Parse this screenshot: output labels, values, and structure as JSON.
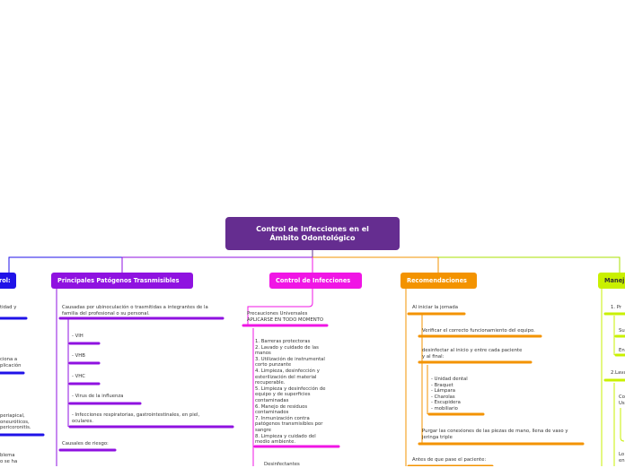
{
  "root": {
    "title": "Control de Infecciones en el\nÁmbito Odontológico"
  },
  "branches": {
    "left": {
      "label": "rol:",
      "color": "#1F12E8"
    },
    "pathogens": {
      "label": "Principales Patógenos Trasnmisibles",
      "color": "#8F12E0"
    },
    "control": {
      "label": "Control de Infecciones",
      "color": "#F015E5"
    },
    "recommendations": {
      "label": "Recomendaciones",
      "color": "#F39300"
    },
    "right": {
      "label": "Manej",
      "color": "#C9F000"
    }
  },
  "left_texts": {
    "t1": "tidad y",
    "t2": "ciona a\nplicación",
    "t3": "periapical,\noneuróticos,\npericoronitis.",
    "t4": "blema\no se ha"
  },
  "pathogens_texts": {
    "intro": "Causadas por ubinoculación o trasmitidas a integrantes de la\nfamilia del profesional o su personal.",
    "items": [
      "-        VIH",
      "-        VHB",
      "-        VHC",
      "-        Virus de la influenza",
      "-        Infecciones respiratorias, gastrointestinales, en piel,\noculares."
    ],
    "risk": "Causales de riesgo:"
  },
  "control_texts": {
    "precautions": "Precauciones Universales\nAPLICARSE EN TODO MOMENTO",
    "list": "1. Barreras protectoras\n2. Lavado y cuidado de las\nmanos\n3. Utilización de instrumental\ncorto punzante\n4. Limpieza, desinfección y\nesterilización del material\nrecuperable.\n5. Limpieza y desinfección de\nequipo y de superficies\ncontaminadas\n6. Manejo de residuos\ncontaminados\n7. Inmunización contra\npatógenos transmisibles por\nsangre\n8. Limpieza y cuidado del\nmedio ambiente.",
    "disinfectants": "Desinfectantes"
  },
  "recommendation_texts": {
    "start": "Al iniciar la jornada",
    "verify": "Verificar el correcto funcionamiento del equipo.",
    "disinfect": "desinfectar al inicio y entre cada paciente\ny al final:",
    "items": "-        Unidad dental\n-        Braquet\n-        Lámpara\n-        Charolas\n-        Escupidera\n-        mobiliario",
    "purge": "Purgar las conexiones de las piezas de mano, llena de vaso y\njeringa triple",
    "before": "Antes de que pase el paciente:"
  },
  "right_texts": {
    "t1": "1.  Pr",
    "t2": "Su",
    "t3": "En",
    "t4": "2.Lava",
    "t5": "Co\nUs",
    "t6": "Lo\nen"
  }
}
